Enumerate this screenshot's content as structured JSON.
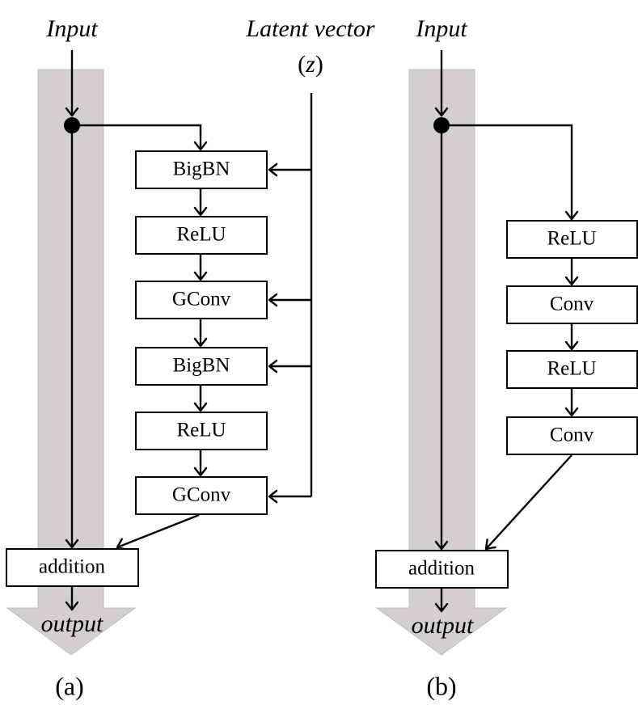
{
  "panel_a": {
    "input_label": "Input",
    "latent_label": "Latent vector",
    "latent_symbol": "z",
    "blocks": [
      "BigBN",
      "ReLU",
      "GConv",
      "BigBN",
      "ReLU",
      "GConv"
    ],
    "addition_label": "addition",
    "output_label": "output",
    "caption": "(a)"
  },
  "panel_b": {
    "input_label": "Input",
    "blocks": [
      "ReLU",
      "Conv",
      "ReLU",
      "Conv"
    ],
    "addition_label": "addition",
    "output_label": "output",
    "caption": "(b)"
  },
  "colors": {
    "shaft": "#d3cfd0",
    "line": "#000000",
    "box_fill": "#ffffff"
  }
}
